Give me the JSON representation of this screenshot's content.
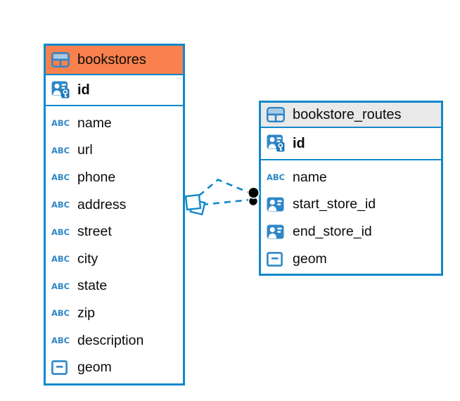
{
  "diagram": {
    "tables": [
      {
        "name": "bookstores",
        "icon": "table-icon",
        "header_color": "#F8814D",
        "primary_key": {
          "name": "id",
          "icon": "primary-key-icon"
        },
        "columns": [
          {
            "name": "name",
            "icon": "text-type-icon"
          },
          {
            "name": "url",
            "icon": "text-type-icon"
          },
          {
            "name": "phone",
            "icon": "text-type-icon"
          },
          {
            "name": "address",
            "icon": "text-type-icon"
          },
          {
            "name": "street",
            "icon": "text-type-icon"
          },
          {
            "name": "city",
            "icon": "text-type-icon"
          },
          {
            "name": "state",
            "icon": "text-type-icon"
          },
          {
            "name": "zip",
            "icon": "text-type-icon"
          },
          {
            "name": "description",
            "icon": "text-type-icon"
          },
          {
            "name": "geom",
            "icon": "geometry-type-icon"
          }
        ]
      },
      {
        "name": "bookstore_routes",
        "icon": "table-icon",
        "header_color": "#E9E9E9",
        "primary_key": {
          "name": "id",
          "icon": "primary-key-icon"
        },
        "columns": [
          {
            "name": "name",
            "icon": "text-type-icon"
          },
          {
            "name": "start_store_id",
            "icon": "foreign-key-icon"
          },
          {
            "name": "end_store_id",
            "icon": "foreign-key-icon"
          },
          {
            "name": "geom",
            "icon": "geometry-type-icon"
          }
        ]
      }
    ],
    "relationships": [
      {
        "source_table": "bookstores",
        "target_table": "bookstore_routes",
        "line_style": "dashed",
        "source_marker": "diamond",
        "target_marker": "black-dot"
      },
      {
        "source_table": "bookstores",
        "target_table": "bookstore_routes",
        "line_style": "dashed",
        "source_marker": "diamond",
        "target_marker": "black-dot"
      }
    ],
    "icon_labels": {
      "text_type": "ABC"
    },
    "colors": {
      "accent_blue": "#1288CB",
      "icon_blue": "#2E87C8",
      "header_orange": "#F8814D",
      "header_gray": "#E9E9E9",
      "connector_dot": "#000000"
    }
  }
}
